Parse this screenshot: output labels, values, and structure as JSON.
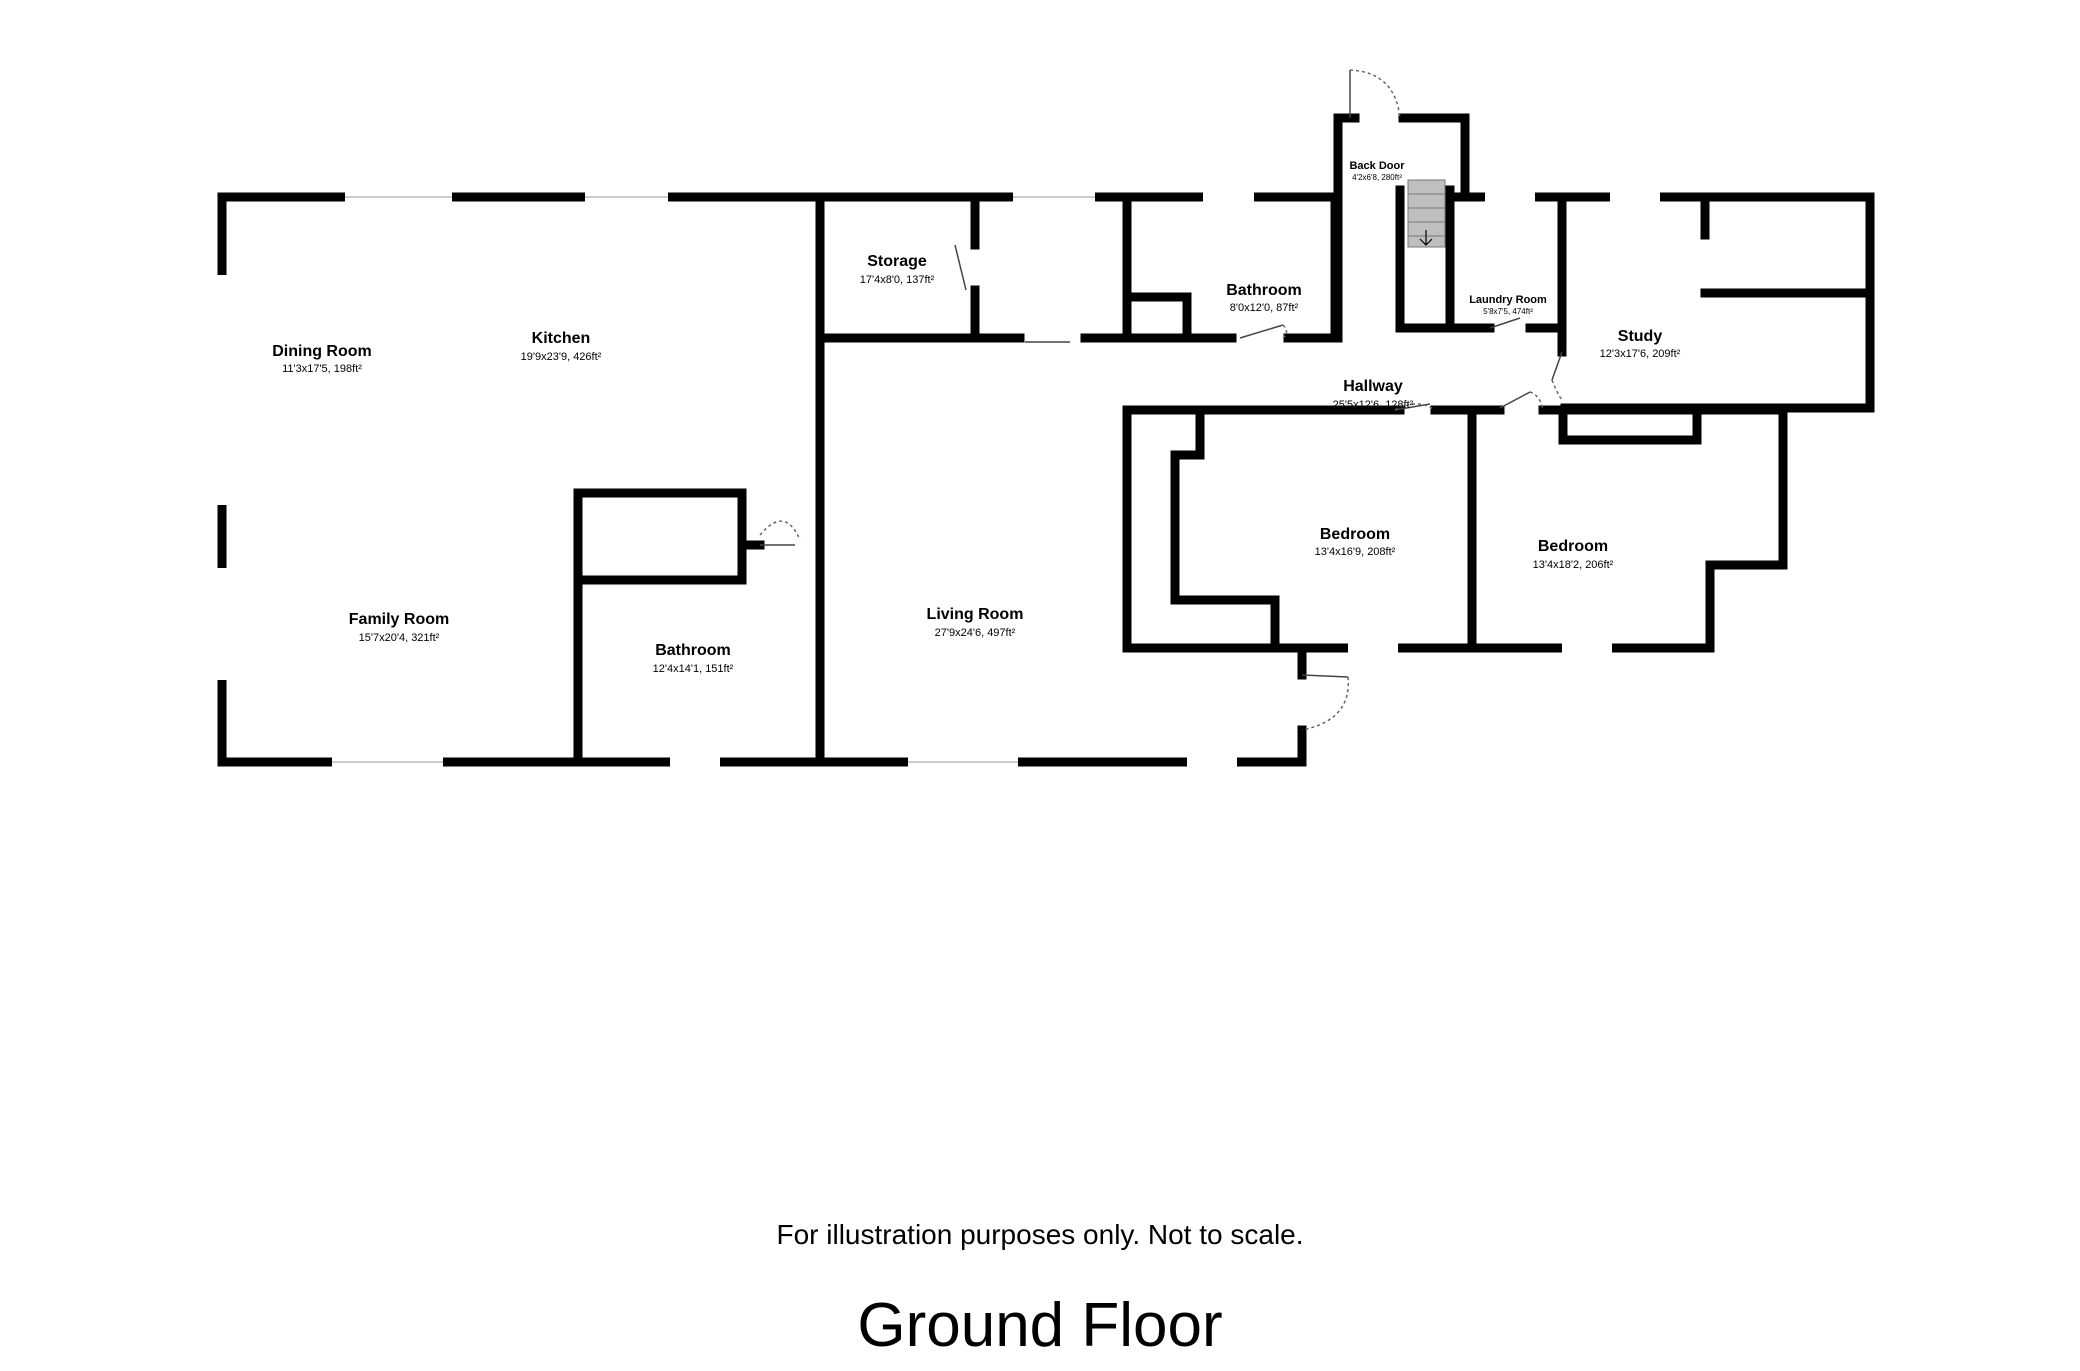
{
  "rooms": {
    "dining": {
      "name": "Dining Room",
      "dims": "11'3x17'5, 198ft²"
    },
    "kitchen": {
      "name": "Kitchen",
      "dims": "19'9x23'9, 426ft²"
    },
    "storage": {
      "name": "Storage",
      "dims": "17'4x8'0, 137ft²"
    },
    "bath1": {
      "name": "Bathroom",
      "dims": "8'0x12'0, 87ft²"
    },
    "backdoor": {
      "name": "Back Door",
      "dims": "4'2x6'8, 280ft²"
    },
    "laundry": {
      "name": "Laundry Room",
      "dims": "5'8x7'5, 474ft²"
    },
    "study": {
      "name": "Study",
      "dims": "12'3x17'6, 209ft²"
    },
    "hallway": {
      "name": "Hallway",
      "dims": "25'5x12'6, 128ft²"
    },
    "family": {
      "name": "Family Room",
      "dims": "15'7x20'4, 321ft²"
    },
    "bath2": {
      "name": "Bathroom",
      "dims": "12'4x14'1, 151ft²"
    },
    "living": {
      "name": "Living Room",
      "dims": "27'9x24'6, 497ft²"
    },
    "bed1": {
      "name": "Bedroom",
      "dims": "13'4x16'9, 208ft²"
    },
    "bed2": {
      "name": "Bedroom",
      "dims": "13'4x18'2, 206ft²"
    }
  },
  "disclaimer": "For illustration purposes only. Not to scale.",
  "floor_title": "Ground Floor",
  "colors": {
    "wall": "#000000",
    "background": "#ffffff",
    "stair_fill": "#bfbfbf"
  }
}
